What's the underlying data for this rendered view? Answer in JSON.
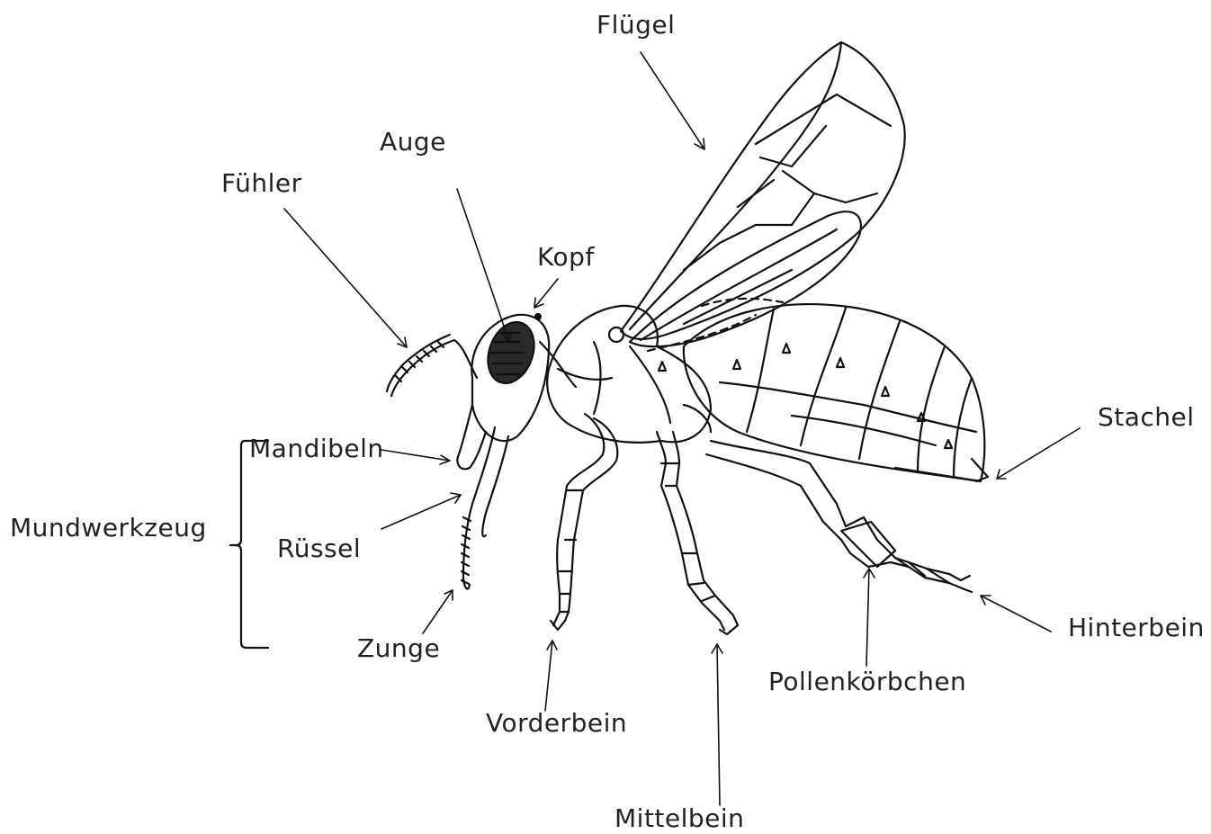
{
  "labels": {
    "fluegel": "Flügel",
    "auge": "Auge",
    "fuehler": "Fühler",
    "kopf": "Kopf",
    "mandibeln": "Mandibeln",
    "mundwerkzeug": "Mundwerkzeug",
    "ruessel": "Rüssel",
    "zunge": "Zunge",
    "vorderbein": "Vorderbein",
    "mittelbein": "Mittelbein",
    "pollenkoerbchen": "Pollenkörbchen",
    "hinterbein": "Hinterbein",
    "stachel": "Stachel"
  },
  "colors": {
    "arrow": "#e6a46c",
    "bracket": "#d9824a",
    "text": "#222222",
    "drawing": "#111111"
  }
}
